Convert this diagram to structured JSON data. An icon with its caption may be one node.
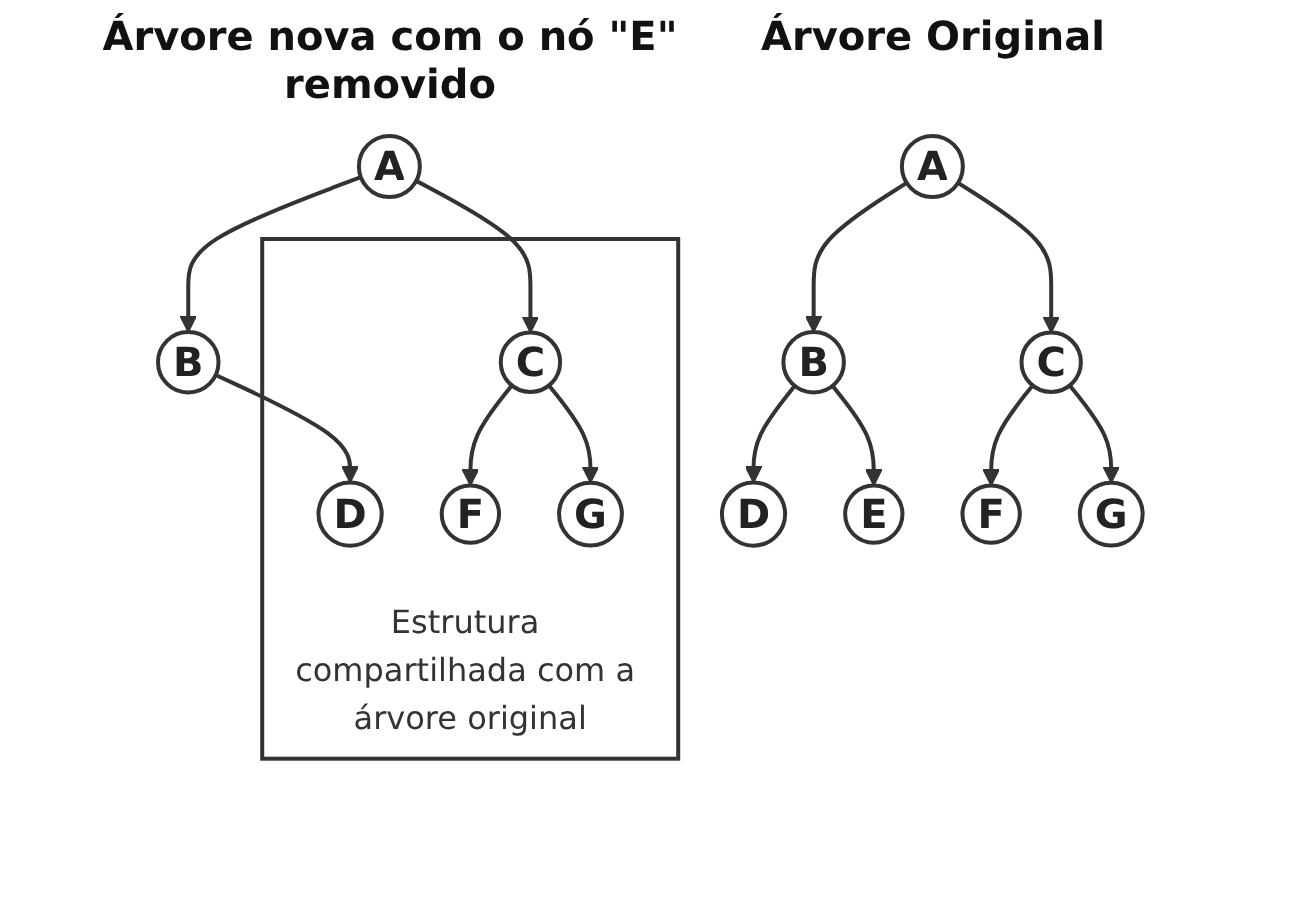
{
  "diagram": {
    "nodes": [
      {
        "text": [
          "A"
        ]
      },
      {
        "text": [
          "B"
        ]
      },
      {
        "text": [
          "C"
        ]
      },
      {
        "text": [
          "D"
        ]
      },
      {
        "text": [
          "E"
        ]
      },
      {
        "text": [
          "F"
        ]
      },
      {
        "text": [
          "G"
        ]
      },
      {
        "text": [
          "A"
        ]
      },
      {
        "text": [
          "B"
        ]
      },
      {
        "text": [
          "Estrutura compartilhada com a árvore original"
        ]
      },
      {
        "text": [
          "C"
        ],
        "in": 9
      },
      {
        "text": [
          "D"
        ],
        "in": 9
      },
      {
        "text": [
          "F"
        ],
        "in": 9
      },
      {
        "text": [
          "G"
        ],
        "in": 9
      }
    ],
    "edges": [
      {
        "from": 0,
        "to": 1,
        "arrow": "to"
      },
      {
        "from": 0,
        "to": 2,
        "arrow": "to"
      },
      {
        "from": 1,
        "to": 3,
        "arrow": "to"
      },
      {
        "from": 1,
        "to": 4,
        "arrow": "to"
      },
      {
        "from": 2,
        "to": 5,
        "arrow": "to"
      },
      {
        "from": 2,
        "to": 6,
        "arrow": "to"
      },
      {
        "from": 7,
        "to": 8,
        "arrow": "to"
      },
      {
        "from": 7,
        "to": 10,
        "arrow": "to"
      },
      {
        "from": 8,
        "to": 11,
        "arrow": "to"
      },
      {
        "from": 10,
        "to": 12,
        "arrow": "to"
      },
      {
        "from": 10,
        "to": 13,
        "arrow": "to"
      }
    ],
    "labels": [
      "Árvore Original",
      "Árvore nova com o nó \"E\" removido"
    ]
  }
}
